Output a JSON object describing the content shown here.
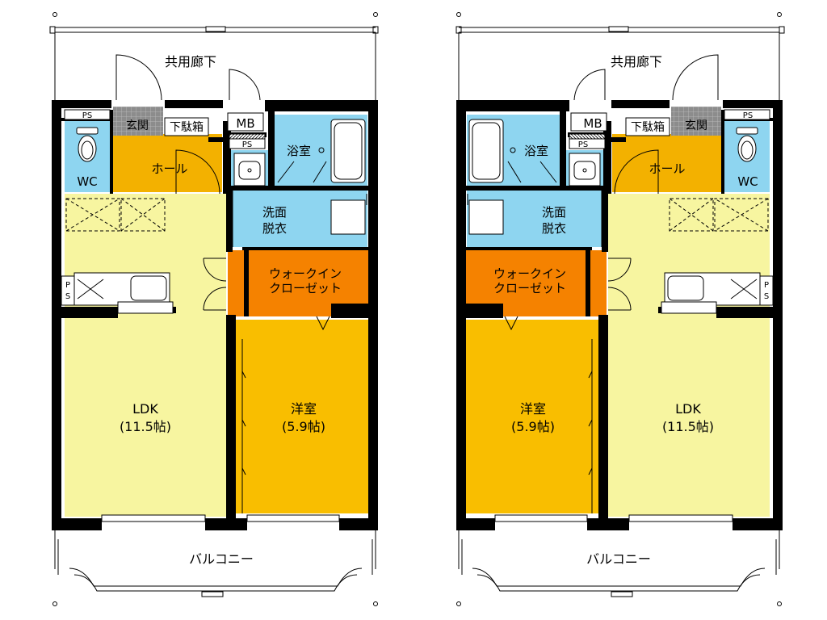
{
  "colors": {
    "ldk": "#F7F5A0",
    "western_room": "#F9BE00",
    "closet": "#F58200",
    "entrance_hall": "#F3B100",
    "bath": "#8ED5F0",
    "wall": "#000000",
    "genkan_tile": "#909090"
  },
  "units": [
    {
      "common_corridor": "共用廊下",
      "balcony": "バルコニー",
      "mb": "MB",
      "ps_top": "PS",
      "ps_wc": "PS",
      "ps_kitchen_1": "P",
      "ps_kitchen_2": "S",
      "entrance": "玄関",
      "shoe_box": "下駄箱",
      "hall": "ホール",
      "wc": "WC",
      "bathroom": "浴室",
      "washroom_1": "洗面",
      "washroom_2": "脱衣",
      "closet_1": "ウォークイン",
      "closet_2": "クローゼット",
      "ldk_name": "LDK",
      "ldk_size": "(11.5帖)",
      "room_name": "洋室",
      "room_size": "(5.9帖)"
    },
    {
      "common_corridor": "共用廊下",
      "balcony": "バルコニー",
      "mb": "MB",
      "ps_top": "PS",
      "ps_wc": "PS",
      "ps_kitchen_1": "P",
      "ps_kitchen_2": "S",
      "entrance": "玄関",
      "shoe_box": "下駄箱",
      "hall": "ホール",
      "wc": "WC",
      "bathroom": "浴室",
      "washroom_1": "洗面",
      "washroom_2": "脱衣",
      "closet_1": "ウォークイン",
      "closet_2": "クローゼット",
      "ldk_name": "LDK",
      "ldk_size": "(11.5帖)",
      "room_name": "洋室",
      "room_size": "(5.9帖)"
    }
  ]
}
